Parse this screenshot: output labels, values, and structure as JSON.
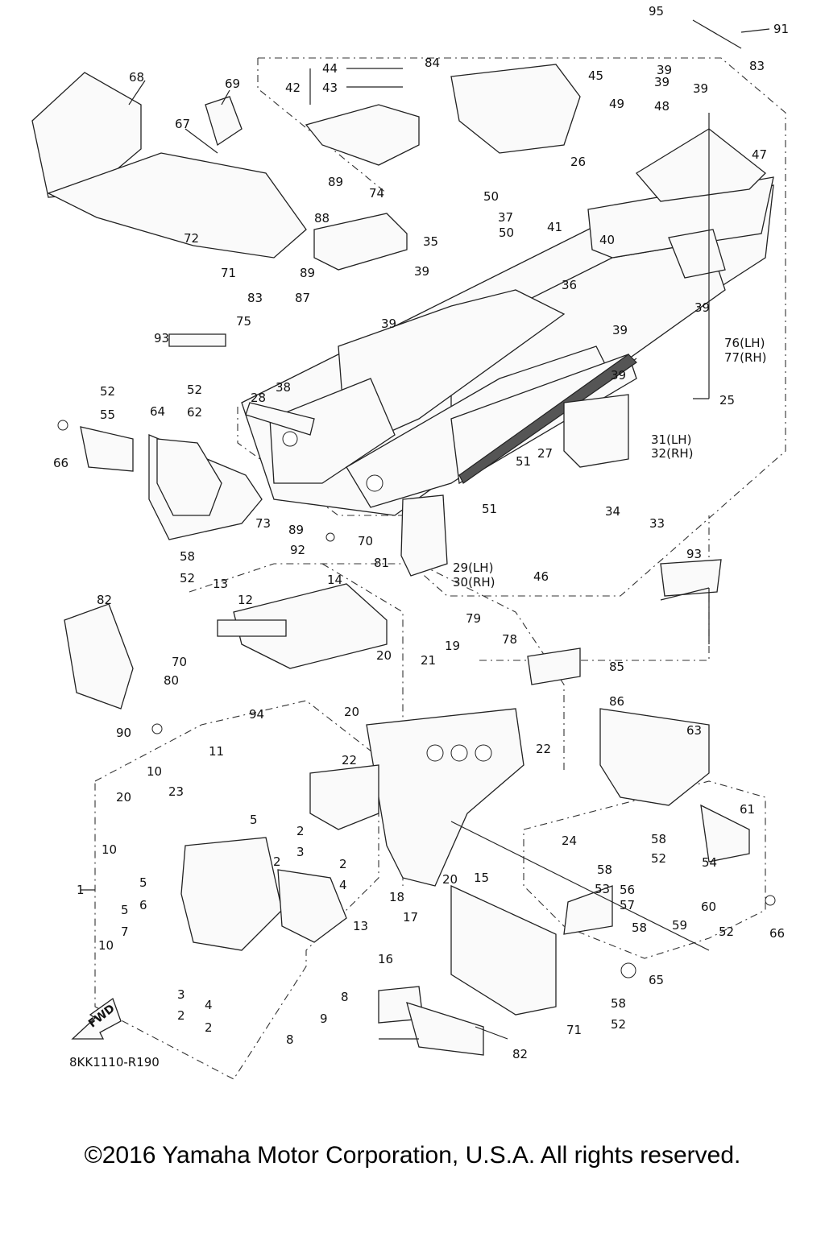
{
  "labels": [
    {
      "id": "95",
      "text": "95"
    },
    {
      "id": "91",
      "text": "91"
    },
    {
      "id": "84",
      "text": "84"
    },
    {
      "id": "45",
      "text": "45"
    },
    {
      "id": "39a",
      "text": "39"
    },
    {
      "id": "39b",
      "text": "39"
    },
    {
      "id": "39c",
      "text": "39"
    },
    {
      "id": "83a",
      "text": "83"
    },
    {
      "id": "44",
      "text": "44"
    },
    {
      "id": "42",
      "text": "42"
    },
    {
      "id": "43",
      "text": "43"
    },
    {
      "id": "68",
      "text": "68"
    },
    {
      "id": "69",
      "text": "69"
    },
    {
      "id": "67",
      "text": "67"
    },
    {
      "id": "49",
      "text": "49"
    },
    {
      "id": "48",
      "text": "48"
    },
    {
      "id": "26",
      "text": "26"
    },
    {
      "id": "47",
      "text": "47"
    },
    {
      "id": "89a",
      "text": "89"
    },
    {
      "id": "74",
      "text": "74"
    },
    {
      "id": "50a",
      "text": "50"
    },
    {
      "id": "37",
      "text": "37"
    },
    {
      "id": "88",
      "text": "88"
    },
    {
      "id": "72",
      "text": "72"
    },
    {
      "id": "41",
      "text": "41"
    },
    {
      "id": "50b",
      "text": "50"
    },
    {
      "id": "40",
      "text": "40"
    },
    {
      "id": "35",
      "text": "35"
    },
    {
      "id": "39d",
      "text": "39"
    },
    {
      "id": "71a",
      "text": "71"
    },
    {
      "id": "89b",
      "text": "89"
    },
    {
      "id": "36",
      "text": "36"
    },
    {
      "id": "83b",
      "text": "83"
    },
    {
      "id": "87",
      "text": "87"
    },
    {
      "id": "39e",
      "text": "39"
    },
    {
      "id": "39f",
      "text": "39"
    },
    {
      "id": "75",
      "text": "75"
    },
    {
      "id": "39g",
      "text": "39"
    },
    {
      "id": "93a",
      "text": "93"
    },
    {
      "id": "76",
      "text": "76(LH)"
    },
    {
      "id": "77",
      "text": "77(RH)"
    },
    {
      "id": "39h",
      "text": "39"
    },
    {
      "id": "52a",
      "text": "52"
    },
    {
      "id": "52b",
      "text": "52"
    },
    {
      "id": "25",
      "text": "25"
    },
    {
      "id": "55",
      "text": "55"
    },
    {
      "id": "62",
      "text": "62"
    },
    {
      "id": "28",
      "text": "28"
    },
    {
      "id": "38",
      "text": "38"
    },
    {
      "id": "64",
      "text": "64"
    },
    {
      "id": "31",
      "text": "31(LH)"
    },
    {
      "id": "32",
      "text": "32(RH)"
    },
    {
      "id": "27",
      "text": "27"
    },
    {
      "id": "66a",
      "text": "66"
    },
    {
      "id": "51a",
      "text": "51"
    },
    {
      "id": "34",
      "text": "34"
    },
    {
      "id": "51b",
      "text": "51"
    },
    {
      "id": "33",
      "text": "33"
    },
    {
      "id": "73",
      "text": "73"
    },
    {
      "id": "89c",
      "text": "89"
    },
    {
      "id": "70a",
      "text": "70"
    },
    {
      "id": "93b",
      "text": "93"
    },
    {
      "id": "92",
      "text": "92"
    },
    {
      "id": "81",
      "text": "81"
    },
    {
      "id": "29",
      "text": "29(LH)"
    },
    {
      "id": "30",
      "text": "30(RH)"
    },
    {
      "id": "58a",
      "text": "58"
    },
    {
      "id": "46",
      "text": "46"
    },
    {
      "id": "52c",
      "text": "52"
    },
    {
      "id": "13a",
      "text": "13"
    },
    {
      "id": "14",
      "text": "14"
    },
    {
      "id": "82a",
      "text": "82"
    },
    {
      "id": "12",
      "text": "12"
    },
    {
      "id": "79",
      "text": "79"
    },
    {
      "id": "78",
      "text": "78"
    },
    {
      "id": "19",
      "text": "19"
    },
    {
      "id": "85",
      "text": "85"
    },
    {
      "id": "70b",
      "text": "70"
    },
    {
      "id": "20a",
      "text": "20"
    },
    {
      "id": "21",
      "text": "21"
    },
    {
      "id": "80",
      "text": "80"
    },
    {
      "id": "86",
      "text": "86"
    },
    {
      "id": "94",
      "text": "94"
    },
    {
      "id": "20b",
      "text": "20"
    },
    {
      "id": "63",
      "text": "63"
    },
    {
      "id": "90",
      "text": "90"
    },
    {
      "id": "22a",
      "text": "22"
    },
    {
      "id": "22b",
      "text": "22"
    },
    {
      "id": "11",
      "text": "11"
    },
    {
      "id": "10a",
      "text": "10"
    },
    {
      "id": "23",
      "text": "23"
    },
    {
      "id": "20c",
      "text": "20"
    },
    {
      "id": "61",
      "text": "61"
    },
    {
      "id": "5a",
      "text": "5"
    },
    {
      "id": "2a",
      "text": "2"
    },
    {
      "id": "3a",
      "text": "3"
    },
    {
      "id": "2b",
      "text": "2"
    },
    {
      "id": "4a",
      "text": "4"
    },
    {
      "id": "24",
      "text": "24"
    },
    {
      "id": "10b",
      "text": "10"
    },
    {
      "id": "58b",
      "text": "58"
    },
    {
      "id": "52d",
      "text": "52"
    },
    {
      "id": "54",
      "text": "54"
    },
    {
      "id": "2c",
      "text": "2"
    },
    {
      "id": "58c",
      "text": "58"
    },
    {
      "id": "5b",
      "text": "5"
    },
    {
      "id": "20d",
      "text": "20"
    },
    {
      "id": "15",
      "text": "15"
    },
    {
      "id": "53",
      "text": "53"
    },
    {
      "id": "56",
      "text": "56"
    },
    {
      "id": "57",
      "text": "57"
    },
    {
      "id": "1",
      "text": "1"
    },
    {
      "id": "6",
      "text": "6"
    },
    {
      "id": "18",
      "text": "18"
    },
    {
      "id": "60",
      "text": "60"
    },
    {
      "id": "5c",
      "text": "5"
    },
    {
      "id": "7",
      "text": "7"
    },
    {
      "id": "17",
      "text": "17"
    },
    {
      "id": "58d",
      "text": "58"
    },
    {
      "id": "59",
      "text": "59"
    },
    {
      "id": "52e",
      "text": "52"
    },
    {
      "id": "66b",
      "text": "66"
    },
    {
      "id": "13b",
      "text": "13"
    },
    {
      "id": "10c",
      "text": "10"
    },
    {
      "id": "16",
      "text": "16"
    },
    {
      "id": "65",
      "text": "65"
    },
    {
      "id": "3b",
      "text": "3"
    },
    {
      "id": "4b",
      "text": "4"
    },
    {
      "id": "8a",
      "text": "8"
    },
    {
      "id": "2d",
      "text": "2"
    },
    {
      "id": "2e",
      "text": "2"
    },
    {
      "id": "9",
      "text": "9"
    },
    {
      "id": "58e",
      "text": "58"
    },
    {
      "id": "71b",
      "text": "71"
    },
    {
      "id": "52f",
      "text": "52"
    },
    {
      "id": "8b",
      "text": "8"
    },
    {
      "id": "82b",
      "text": "82"
    }
  ],
  "diagram_code": "8KK1110-R190",
  "fwd_label": "FWD",
  "copyright": "©2016 Yamaha Motor Corporation, U.S.A. All rights reserved."
}
